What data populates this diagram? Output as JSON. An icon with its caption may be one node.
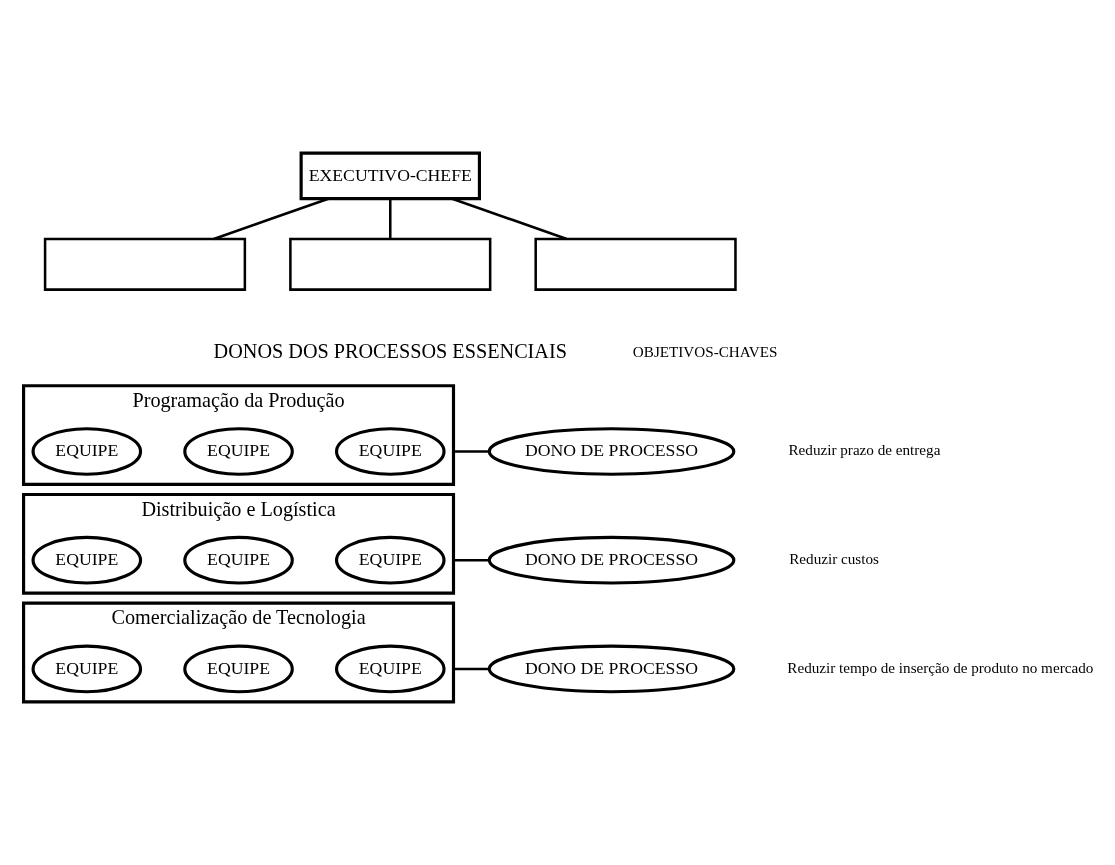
{
  "diagram": {
    "nodes": [
      {
        "text": [
          "EXECUTIVO-CHEFE"
        ]
      },
      {
        "text": [],
        "shape": "box"
      },
      {
        "text": [],
        "shape": "box"
      },
      {
        "text": [],
        "shape": "box"
      },
      {
        "text": [
          "DONO DE PROCESSO"
        ]
      },
      {
        "text": [
          "Programação da Produção"
        ]
      },
      {
        "text": [
          "EQUIPE"
        ],
        "in": 5
      },
      {
        "text": [
          "EQUIPE"
        ],
        "in": 5
      },
      {
        "text": [
          "EQUIPE"
        ],
        "in": 5
      },
      {
        "text": [
          "DONO DE PROCESSO"
        ]
      },
      {
        "text": [
          "Distribuição e Logística"
        ]
      },
      {
        "text": [
          "EQUIPE"
        ],
        "in": 10
      },
      {
        "text": [
          "EQUIPE"
        ],
        "in": 10
      },
      {
        "text": [
          "EQUIPE"
        ],
        "in": 10
      },
      {
        "text": [
          "DONO DE PROCESSO"
        ]
      },
      {
        "text": [
          "Comercialização de Tecnologia"
        ]
      },
      {
        "text": [
          "EQUIPE"
        ],
        "in": 15
      },
      {
        "text": [
          "EQUIPE"
        ],
        "in": 15
      },
      {
        "text": [
          "EQUIPE"
        ],
        "in": 15
      }
    ],
    "edges": [
      {
        "from": 0,
        "to": 1,
        "arrow": "none"
      },
      {
        "from": 0,
        "to": 2,
        "arrow": "none"
      },
      {
        "from": 0,
        "to": 3,
        "arrow": "none"
      },
      {
        "from": 4,
        "to": 5,
        "arrow": "none"
      },
      {
        "from": 9,
        "to": 10,
        "arrow": "none"
      },
      {
        "from": 14,
        "to": 15,
        "arrow": "none"
      }
    ],
    "labels": [
      "DONOS DOS PROCESSOS ESSENCIAIS",
      "OBJETIVOS-CHAVES",
      "Reduzir prazo de entrega",
      "Reduzir custos",
      "Reduzir tempo de inserção de produto no mercado"
    ]
  }
}
